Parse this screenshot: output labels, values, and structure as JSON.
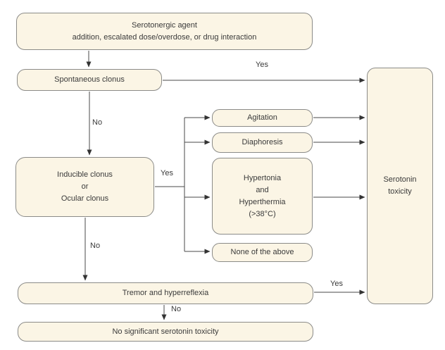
{
  "diagram_title": "Serotonin toxicity decision flowchart",
  "colors": {
    "node_fill": "#FBF5E5",
    "node_border": "#8B8B88",
    "text": "#3A3A3A",
    "arrow": "#4A4A4A",
    "background": "#FFFFFF"
  },
  "nodes": {
    "start": {
      "line1": "Serotonergic agent",
      "line2": "addition, escalated dose/overdose, or drug interaction"
    },
    "spontaneous_clonus": {
      "label": "Spontaneous clonus"
    },
    "inducible_clonus": {
      "line1": "Inducible clonus",
      "line2": "or",
      "line3": "Ocular clonus"
    },
    "agitation": {
      "label": "Agitation"
    },
    "diaphoresis": {
      "label": "Diaphoresis"
    },
    "hypertonia": {
      "line1": "Hypertonia",
      "line2": "and",
      "line3": "Hyperthermia",
      "line4": "(>38°C)"
    },
    "none_of_above": {
      "label": "None of the above"
    },
    "serotonin_toxicity": {
      "line1": "Serotonin",
      "line2": "toxicity"
    },
    "tremor": {
      "label": "Tremor and hyperreflexia"
    },
    "no_toxicity": {
      "label": "No significant serotonin toxicity"
    }
  },
  "edge_labels": {
    "spontaneous_yes": "Yes",
    "spontaneous_no": "No",
    "inducible_yes": "Yes",
    "inducible_no": "No",
    "tremor_yes": "Yes",
    "tremor_no": "No"
  }
}
